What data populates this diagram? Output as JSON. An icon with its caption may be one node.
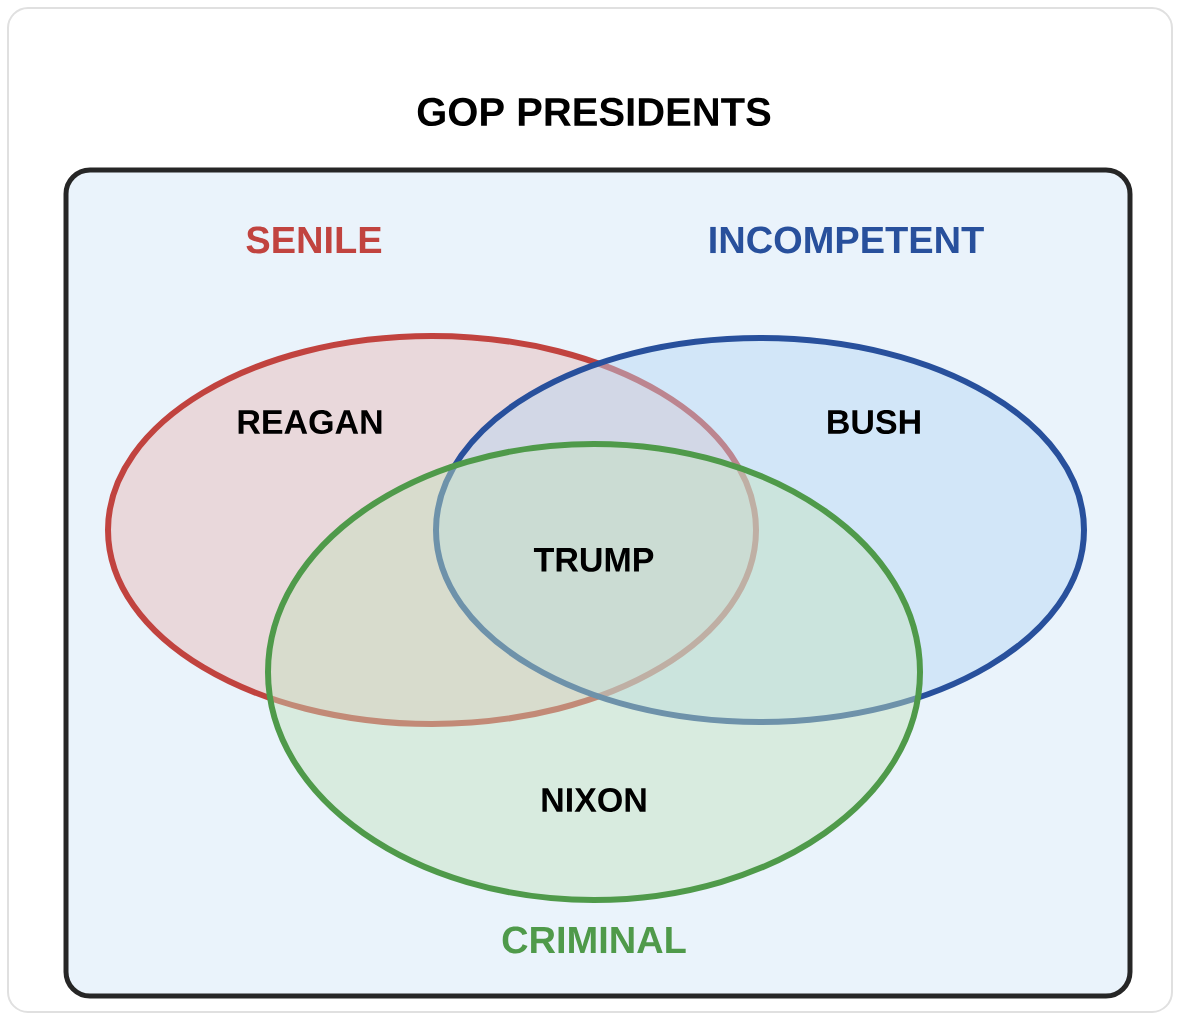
{
  "diagram": {
    "title": "GOP PRESIDENTS",
    "nodes": [
      {
        "text": [],
        "shape": "box"
      },
      {
        "text": [
          "SENILE"
        ],
        "in": 0
      },
      {
        "text": [
          "INCOMPETENT"
        ],
        "in": 0
      },
      {
        "text": [
          "CRIMINAL"
        ],
        "in": 0
      }
    ],
    "labels": [
      "REAGAN",
      "BUSH",
      "TRUMP",
      "NIXON"
    ]
  }
}
